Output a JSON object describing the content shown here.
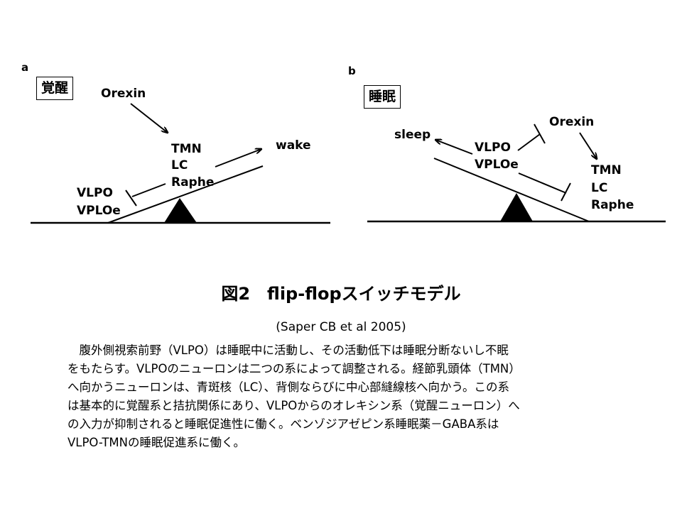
{
  "panel_a": {
    "letter": "a",
    "state_label": "覚醒",
    "orexin": "Orexin",
    "wake_nuclei": [
      "TMN",
      "LC",
      "Raphe"
    ],
    "outcome": "wake",
    "sleep_nuclei": [
      "VLPO",
      "VPLOe"
    ]
  },
  "panel_b": {
    "letter": "b",
    "state_label": "睡眠",
    "orexin": "Orexin",
    "wake_nuclei": [
      "TMN",
      "LC",
      "Raphe"
    ],
    "outcome": "sleep",
    "sleep_nuclei": [
      "VLPO",
      "VPLOe"
    ]
  },
  "title": "図2　flip-flopスイッチモデル",
  "citation": "(Saper CB et al 2005)",
  "body_lines": [
    "　腹外側視索前野（VLPO）は睡眠中に活動し、その活動低下は睡眠分断ないし不眠",
    "をもたらす。VLPOのニューロンは二つの系によって調整される。経節乳頭体（TMN）",
    "へ向かうニューロンは、青斑核（LC）、背側ならびに中心部縫線核へ向かう。この系",
    "は基本的に覚醒系と拮抗関係にあり、VLPOからのオレキシン系（覚醒ニューロン）へ",
    "の入力が抑制されると睡眠促進性に働く。ベンゾジアゼピン系睡眠薬－GABA系は",
    "VLPO-TMNの睡眠促進系に働く。"
  ]
}
